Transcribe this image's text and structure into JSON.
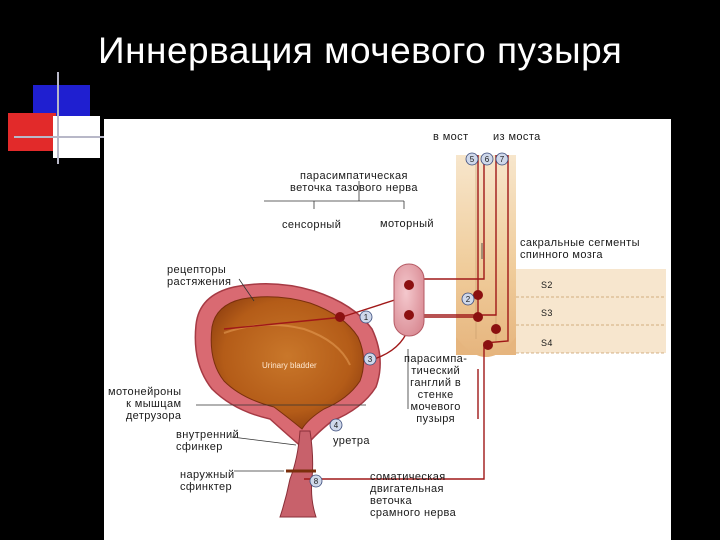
{
  "slide": {
    "title": "Иннервация мочевого пузыря"
  },
  "colors": {
    "background": "#000000",
    "deco_blue": "#1f1fd0",
    "deco_red": "#e22a2a",
    "bladder_wall": "#d96a72",
    "bladder_inner": "#b8611c",
    "spinal_cord": "#f2d3a6",
    "nerve_line": "#a01818",
    "ganglion": "#e7a6ad",
    "marker": "#8b1010"
  },
  "diagram": {
    "labels": {
      "to_pons": "в мост",
      "from_pons": "из моста",
      "parasympathetic_branch": "парасимпатическая\nветочка тазового нерва",
      "sensory": "сенсорный",
      "motor": "моторный",
      "sacral_segments": "сакральные сегменты\nспинного мозга",
      "stretch_receptors": "рецепторы\nрастяжения",
      "detrusor_motoneurons": "мотонейроны\nк мышцам\nдетрузора",
      "internal_sphincter": "внутренний\nсфинкер",
      "external_sphincter": "наружный\nсфинктер",
      "parasympathetic_ganglion": "парасимпа-\nтический\nганглий в\nстенке\nмочевого\nпузыря",
      "urethra": "уретра",
      "somatic_branch": "соматическая\nдвигательная\nветочка\nсрамного нерва",
      "bladder_latin": "Urinary bladder",
      "segments": [
        "S2",
        "S3",
        "S4"
      ],
      "markers": [
        "1",
        "2",
        "3",
        "4",
        "5",
        "6",
        "7",
        "8"
      ]
    }
  }
}
